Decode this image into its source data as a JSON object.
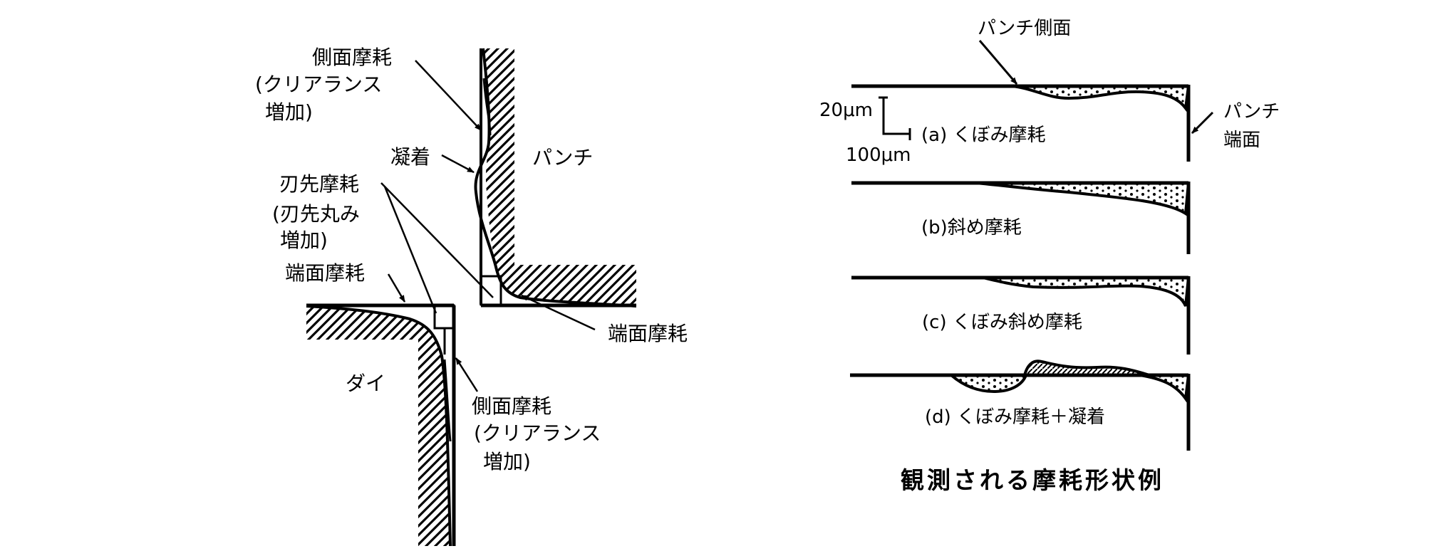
{
  "left_figure": {
    "punch_label": "パンチ",
    "die_label": "ダイ",
    "side_wear_top": [
      "側面摩耗",
      "(クリアランス",
      "増加)"
    ],
    "adhesion": "凝着",
    "edge_wear": [
      "刃先摩耗",
      "(刃先丸み",
      "増加)"
    ],
    "end_wear_left": "端面摩耗",
    "end_wear_right": "端面摩耗",
    "side_wear_bottom": [
      "側面摩耗",
      "(クリアランス",
      "増加)"
    ]
  },
  "right_figure": {
    "punch_side": "パンチ側面",
    "punch_end": [
      "パンチ",
      "端面"
    ],
    "scale_vertical": "20μm",
    "scale_horizontal": "100μm",
    "cases": [
      "(a) くぼみ摩耗",
      "(b)斜め摩耗",
      "(c) くぼみ斜め摩耗",
      "(d) くぼみ摩耗＋凝着"
    ],
    "caption": "観測される摩耗形状例"
  }
}
